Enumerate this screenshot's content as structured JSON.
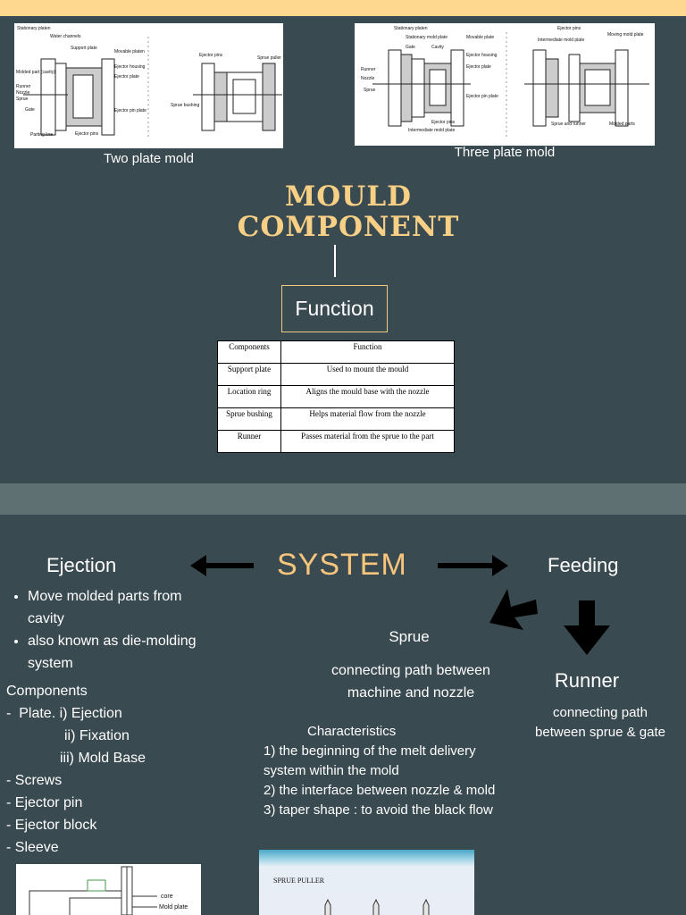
{
  "images": {
    "two_plate": {
      "caption": "Two plate mold"
    },
    "three_plate": {
      "caption": "Three plate mold"
    },
    "two_plate_labels": [
      "Stationary platen",
      "Water channels",
      "Support plate",
      "Movable platen",
      "Ejector housing",
      "Ejector plate",
      "Molded part (cavity)",
      "Runner",
      "Nozzle",
      "Sprue",
      "Gate",
      "Parting line",
      "Ejector pins",
      "Ejector pin plate",
      "Sprue bushing",
      "Ejector pins",
      "Sprue puller"
    ],
    "three_plate_labels": [
      "Stationary platen",
      "Stationary mold plate",
      "Movable plate",
      "Ejector pins",
      "Moving mold plate",
      "Gate",
      "Cavity",
      "Intermediate mold plate",
      "Ejector housing",
      "Runner",
      "Nozzle",
      "Ejector plate",
      "Sprue",
      "Ejector pin plate",
      "Ejector pins",
      "Intermediate mold plate",
      "Sprue and runner",
      "Molded parts"
    ],
    "core_labels": [
      "core",
      "Mold plate"
    ],
    "sprue_puller_label": "SPRUE PULLER"
  },
  "title": {
    "line1": "MOULD",
    "line2": "COMPONENT"
  },
  "function_box": "Function",
  "table": {
    "headers": [
      "Components",
      "Function"
    ],
    "rows": [
      [
        "Support plate",
        "Used to mount the mould"
      ],
      [
        "Location ring",
        "Aligns the mould base with the nozzle"
      ],
      [
        "Sprue bushing",
        "Helps material flow from the nozzle"
      ],
      [
        "Runner",
        "Passes material from the sprue to the part"
      ]
    ]
  },
  "system": {
    "label": "SYSTEM",
    "ejection": {
      "heading": "Ejection",
      "bullets": [
        "Move molded parts from cavity",
        "also known as die-molding system"
      ],
      "components_heading": "Components",
      "components": [
        "-  Plate. i) Ejection",
        "ii) Fixation",
        "iii) Mold Base",
        "- Screws",
        "- Ejector pin",
        "- Ejector block",
        "- Sleeve"
      ]
    },
    "feeding": {
      "heading": "Feeding",
      "runner_heading": "Runner",
      "runner_desc": "connecting path between sprue & gate"
    },
    "sprue": {
      "heading": "Sprue",
      "desc": "connecting path between machine and nozzle",
      "characteristics_heading": "Characteristics",
      "characteristics": [
        "1) the beginning of the melt delivery",
        "system within the mold",
        "2) the interface between nozzle & mold",
        "3) taper shape : to avoid the black flow"
      ]
    }
  },
  "colors": {
    "background": "#3a4a51",
    "accent": "#f7cf85",
    "topbar": "#fdd88e",
    "band": "#5f7072"
  }
}
